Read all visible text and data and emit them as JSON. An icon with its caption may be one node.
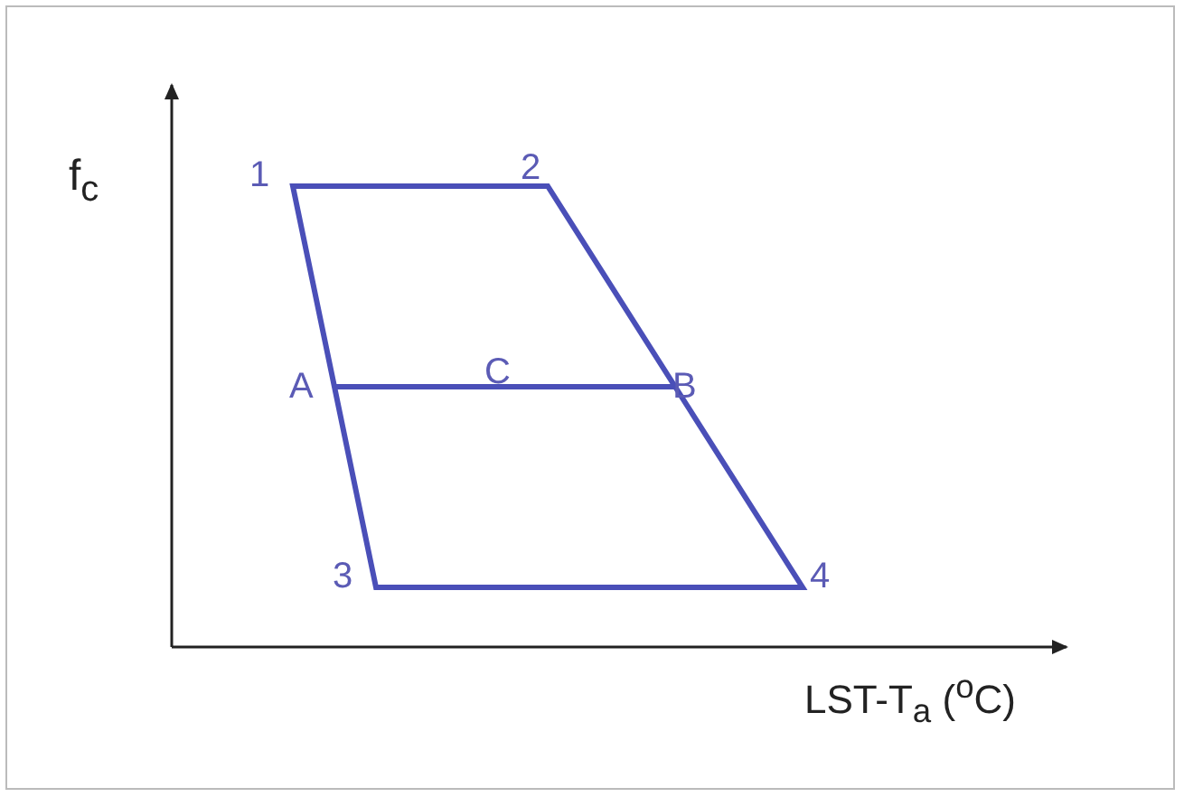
{
  "diagram": {
    "labels": [
      "f$_{c}$",
      "1",
      "2",
      "A",
      "C",
      "B",
      "3",
      "4",
      "LST-T$_{a}$ ($^{o}$C)"
    ]
  }
}
